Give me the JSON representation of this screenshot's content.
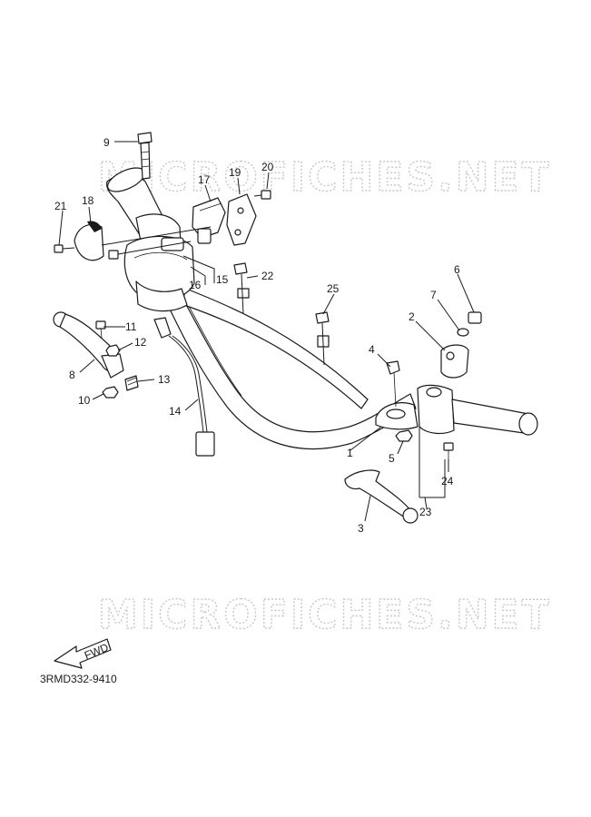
{
  "watermark": {
    "text_top": "MICROFICHES.NET",
    "text_bottom": "MICROFICHES.NET"
  },
  "fwd_label": "FWD",
  "diagram_code": "3RMD332-9410",
  "callouts": [
    "1",
    "2",
    "3",
    "4",
    "5",
    "6",
    "7",
    "8",
    "9",
    "10",
    "11",
    "12",
    "13",
    "14",
    "15",
    "16",
    "17",
    "18",
    "19",
    "20",
    "21",
    "22",
    "23",
    "24",
    "25"
  ]
}
